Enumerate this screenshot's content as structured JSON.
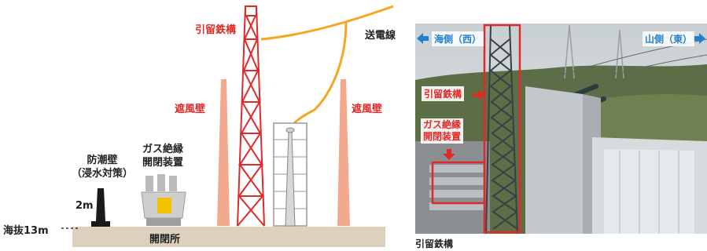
{
  "diagram": {
    "labels": {
      "dead_end_tower": "引留鉄構",
      "transmission_line": "送電線",
      "wind_wall_left": "遮風壁",
      "wind_wall_right": "遮風壁",
      "gis": "ガス絶縁\n開閉装置",
      "tide_wall": "防潮壁\n（浸水対策）",
      "tide_wall_height": "2m",
      "elevation": "海抜13m",
      "switchyard": "開閉所"
    }
  },
  "photo": {
    "sea_side": "海側（西）",
    "mountain_side": "山側（東）",
    "dead_end_tower": "引留鉄構",
    "gis": "ガス絶縁\n開閉装置",
    "caption": "引留鉄構"
  },
  "colors": {
    "accent_red": "#e02a2a",
    "wind_wall": "#f2a98e",
    "ground": "#ddd0bc",
    "line_orange": "#f5a623",
    "arrow_blue": "#1f7fd0",
    "gis_yellow": "#f5c400"
  }
}
